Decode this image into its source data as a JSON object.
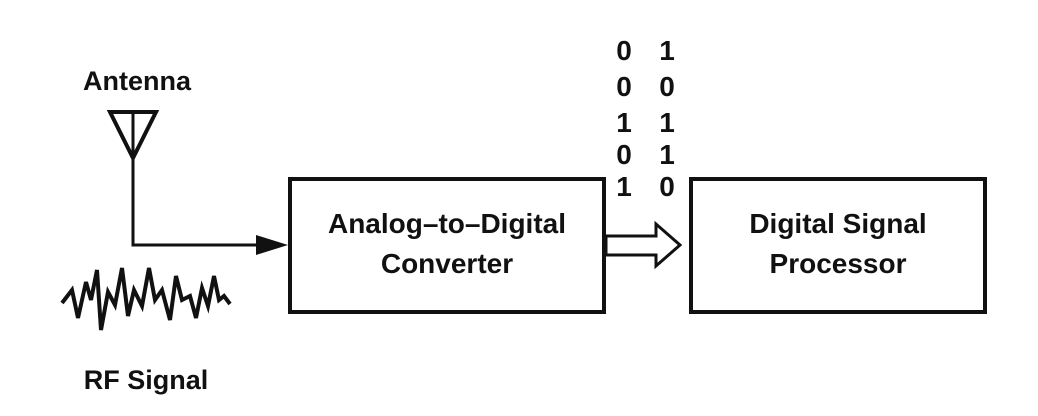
{
  "labels": {
    "antenna": "Antenna",
    "rf_signal": "RF Signal"
  },
  "adc": {
    "line1": "Analog–to–Digital",
    "line2": "Converter"
  },
  "dsp": {
    "line1": "Digital Signal",
    "line2": "Processor"
  },
  "bits": {
    "col1": [
      "0",
      "0",
      "1",
      "0",
      "1"
    ],
    "col2": [
      "1",
      "0",
      "1",
      "1",
      "0"
    ]
  },
  "icons": [
    "antenna-icon",
    "rf-waveform-icon",
    "arrow-icon",
    "hollow-arrow-icon"
  ]
}
